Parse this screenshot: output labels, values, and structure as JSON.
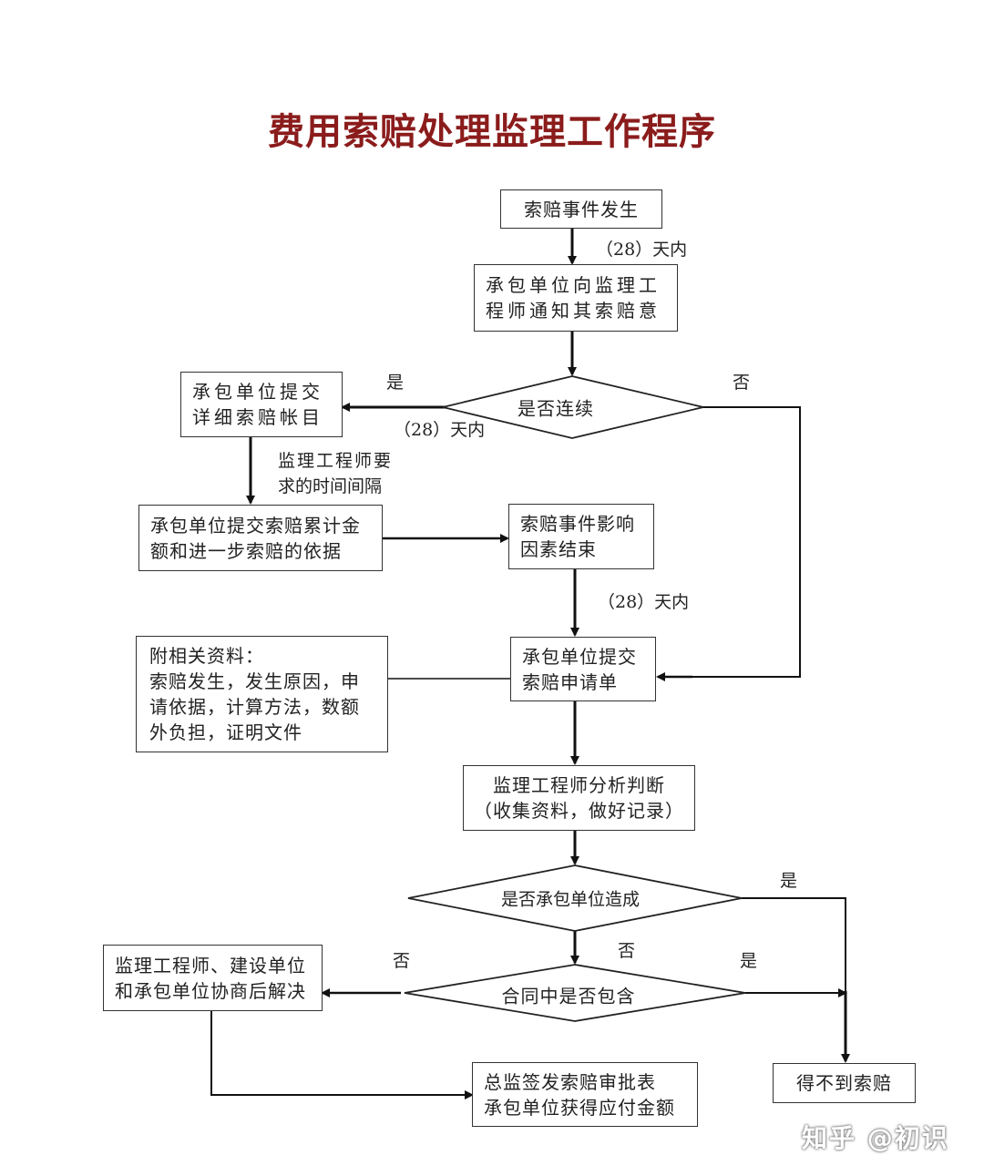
{
  "title": "费用索赔处理监理工作程序",
  "boxes": {
    "start": "索赔事件发生",
    "notify": [
      "承包单位向监理工",
      "程师通知其索赔意"
    ],
    "account": [
      "承包单位提交",
      "详细索赔帐目"
    ],
    "cumulative": [
      "承包单位提交索赔累计金",
      "额和进一步索赔的依据"
    ],
    "effect_end": [
      "索赔事件影响",
      "因素结束"
    ],
    "application": [
      "承包单位提交",
      "索赔申请单"
    ],
    "attachments": [
      "附相关资料：",
      "索赔发生，发生原因，申",
      "请依据，计算方法，数额",
      "外负担，证明文件"
    ],
    "analysis": [
      "监理工程师分析判断",
      "（收集资料，做好记录）"
    ],
    "negotiate": [
      "监理工程师、建设单位",
      "和承包单位协商后解决"
    ],
    "approve": [
      "总监签发索赔审批表",
      "承包单位获得应付金额"
    ],
    "no_claim": "得不到索赔"
  },
  "decisions": {
    "continuous": "是否连续",
    "contractor_caused": "是否承包单位造成",
    "in_contract": "合同中是否包含"
  },
  "labels": {
    "days_28_a": "（28）天内",
    "days_28_b": "（28）天内",
    "days_28_c": "（28）天内",
    "yes_continuous": "是",
    "no_continuous": "否",
    "interval": [
      "监理工程师要",
      "求的时间间隔"
    ],
    "yes_caused": "是",
    "no_caused": "否",
    "no_contract": "否",
    "yes_contract": "是"
  },
  "watermark": "知乎 @初识"
}
